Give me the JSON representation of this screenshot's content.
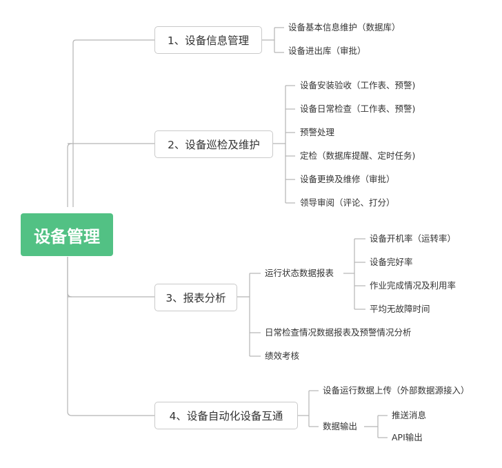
{
  "root": {
    "label": "设备管理"
  },
  "branches": [
    {
      "label": "1、设备信息管理",
      "children": [
        "设备基本信息维护（数据库）",
        "设备进出库（审批）"
      ]
    },
    {
      "label": "2、设备巡检及维护",
      "children": [
        "设备安装验收（工作表、预警)",
        "设备日常检查（工作表、预警)",
        "预警处理",
        "定检（数据库提醒、定时任务)",
        "设备更换及维修（审批）",
        "领导审阅（评论、打分）"
      ]
    },
    {
      "label": "3、报表分析",
      "groups": [
        {
          "label": "运行状态数据报表",
          "children": [
            "设备开机率（运转率）",
            "设备完好率",
            "作业完成情况及利用率",
            "平均无故障时间"
          ]
        },
        {
          "label": "日常检查情况数据报表及预警情况分析"
        },
        {
          "label": "绩效考核"
        }
      ]
    },
    {
      "label": "4、设备自动化设备互通",
      "groups": [
        {
          "label": "设备运行数据上传（外部数据源接入）"
        },
        {
          "label": "数据输出",
          "children": [
            "推送消息",
            "API输出"
          ]
        }
      ]
    }
  ]
}
